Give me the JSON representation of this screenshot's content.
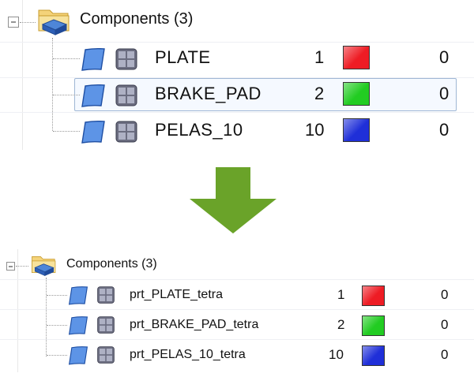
{
  "before": {
    "header": {
      "label": "Components (3)"
    },
    "components": [
      {
        "name": "PLATE",
        "id": "1",
        "color": "#ee1c24",
        "count": "0",
        "selected": false
      },
      {
        "name": "BRAKE_PAD",
        "id": "2",
        "color": "#22cc22",
        "count": "0",
        "selected": true
      },
      {
        "name": "PELAS_10",
        "id": "10",
        "color": "#1f2fd8",
        "count": "0",
        "selected": false
      }
    ]
  },
  "after": {
    "header": {
      "label": "Components (3)"
    },
    "components": [
      {
        "name": "prt_PLATE_tetra",
        "id": "1",
        "color": "#ee1c24",
        "count": "0"
      },
      {
        "name": "prt_BRAKE_PAD_tetra",
        "id": "2",
        "color": "#22cc22",
        "count": "0"
      },
      {
        "name": "prt_PELAS_10_tetra",
        "id": "10",
        "color": "#1f2fd8",
        "count": "0"
      }
    ]
  },
  "arrow": {
    "color": "#6aa329",
    "icon": "down-arrow-icon"
  },
  "icons": {
    "folder": "folder-components-icon",
    "part": "component-part-icon",
    "mesh": "mesh-grid-icon"
  }
}
